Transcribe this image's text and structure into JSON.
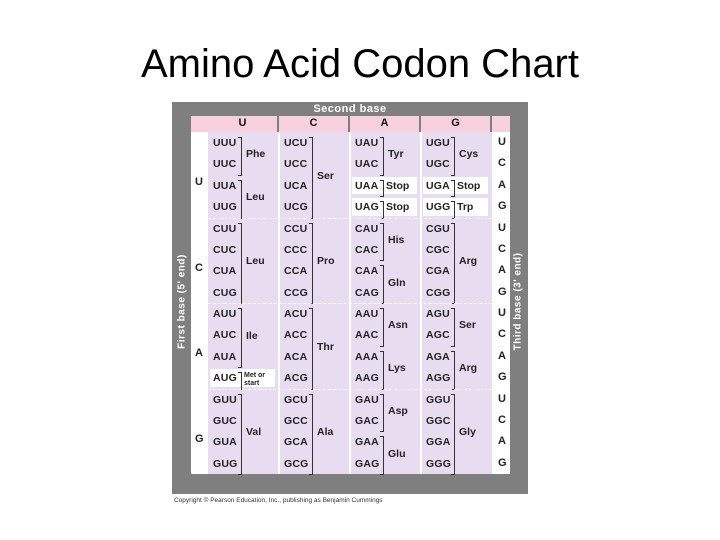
{
  "title": "Amino Acid Codon Chart",
  "second_base_label": "Second base",
  "first_base_label": "First base  (5' end)",
  "third_base_label": "Third base  (3' end)",
  "second_bases": [
    "U",
    "C",
    "A",
    "G"
  ],
  "first_bases": [
    "U",
    "C",
    "A",
    "G"
  ],
  "third_bases": [
    "U",
    "C",
    "A",
    "G",
    "U",
    "C",
    "A",
    "G",
    "U",
    "C",
    "A",
    "G",
    "U",
    "C",
    "A",
    "G"
  ],
  "blocks": [
    [
      {
        "codons": [
          "UUU",
          "UUC",
          "UUA",
          "UUG"
        ],
        "groups": [
          {
            "aa": "Phe",
            "start": 0,
            "n": 2
          },
          {
            "aa": "Leu",
            "start": 2,
            "n": 2
          }
        ]
      },
      {
        "codons": [
          "UCU",
          "UCC",
          "UCA",
          "UCG"
        ],
        "groups": [
          {
            "aa": "Ser",
            "start": 0,
            "n": 4
          }
        ]
      },
      {
        "codons": [
          "UAU",
          "UAC",
          "UAA",
          "UAG"
        ],
        "groups": [
          {
            "aa": "Tyr",
            "start": 0,
            "n": 2
          },
          {
            "aa": "Stop",
            "start": 2,
            "n": 1
          },
          {
            "aa": "Stop",
            "start": 3,
            "n": 1
          }
        ]
      },
      {
        "codons": [
          "UGU",
          "UGC",
          "UGA",
          "UGG"
        ],
        "groups": [
          {
            "aa": "Cys",
            "start": 0,
            "n": 2
          },
          {
            "aa": "Stop",
            "start": 2,
            "n": 1
          },
          {
            "aa": "Trp",
            "start": 3,
            "n": 1
          }
        ]
      }
    ],
    [
      {
        "codons": [
          "CUU",
          "CUC",
          "CUA",
          "CUG"
        ],
        "groups": [
          {
            "aa": "Leu",
            "start": 0,
            "n": 4
          }
        ]
      },
      {
        "codons": [
          "CCU",
          "CCC",
          "CCA",
          "CCG"
        ],
        "groups": [
          {
            "aa": "Pro",
            "start": 0,
            "n": 4
          }
        ]
      },
      {
        "codons": [
          "CAU",
          "CAC",
          "CAA",
          "CAG"
        ],
        "groups": [
          {
            "aa": "His",
            "start": 0,
            "n": 2
          },
          {
            "aa": "Gln",
            "start": 2,
            "n": 2
          }
        ]
      },
      {
        "codons": [
          "CGU",
          "CGC",
          "CGA",
          "CGG"
        ],
        "groups": [
          {
            "aa": "Arg",
            "start": 0,
            "n": 4
          }
        ]
      }
    ],
    [
      {
        "codons": [
          "AUU",
          "AUC",
          "AUA",
          "AUG"
        ],
        "groups": [
          {
            "aa": "Ile",
            "start": 0,
            "n": 3
          },
          {
            "aa": "Met or start",
            "start": 3,
            "n": 1
          }
        ]
      },
      {
        "codons": [
          "ACU",
          "ACC",
          "ACA",
          "ACG"
        ],
        "groups": [
          {
            "aa": "Thr",
            "start": 0,
            "n": 4
          }
        ]
      },
      {
        "codons": [
          "AAU",
          "AAC",
          "AAA",
          "AAG"
        ],
        "groups": [
          {
            "aa": "Asn",
            "start": 0,
            "n": 2
          },
          {
            "aa": "Lys",
            "start": 2,
            "n": 2
          }
        ]
      },
      {
        "codons": [
          "AGU",
          "AGC",
          "AGA",
          "AGG"
        ],
        "groups": [
          {
            "aa": "Ser",
            "start": 0,
            "n": 2
          },
          {
            "aa": "Arg",
            "start": 2,
            "n": 2
          }
        ]
      }
    ],
    [
      {
        "codons": [
          "GUU",
          "GUC",
          "GUA",
          "GUG"
        ],
        "groups": [
          {
            "aa": "Val",
            "start": 0,
            "n": 4
          }
        ]
      },
      {
        "codons": [
          "GCU",
          "GCC",
          "GCA",
          "GCG"
        ],
        "groups": [
          {
            "aa": "Ala",
            "start": 0,
            "n": 4
          }
        ]
      },
      {
        "codons": [
          "GAU",
          "GAC",
          "GAA",
          "GAG"
        ],
        "groups": [
          {
            "aa": "Asp",
            "start": 0,
            "n": 2
          },
          {
            "aa": "Glu",
            "start": 2,
            "n": 2
          }
        ]
      },
      {
        "codons": [
          "GGU",
          "GGC",
          "GGA",
          "GGG"
        ],
        "groups": [
          {
            "aa": "Gly",
            "start": 0,
            "n": 4
          }
        ]
      }
    ]
  ],
  "copyright": "Copyright © Pearson Education, Inc., publishing as Benjamin Cummings",
  "colors": {
    "frame": "#7f7f7f",
    "grid": "#e7dcf0",
    "header": "#f6d0dc"
  }
}
